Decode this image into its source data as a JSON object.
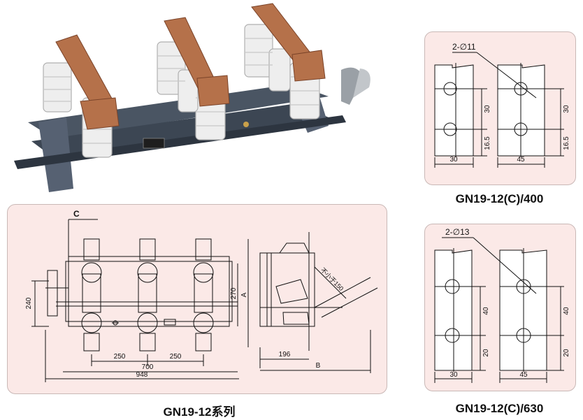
{
  "photo": {
    "nameplate_icon": "nameplate-icon"
  },
  "main_drawing": {
    "caption": "GN19-12系列",
    "label_c": "C",
    "dim_240": "240",
    "dim_270": "270",
    "dim_a": "A",
    "dim_250_left": "250",
    "dim_250_right": "250",
    "dim_700": "700",
    "dim_948": "948",
    "dim_196": "196",
    "dim_b": "B",
    "note_clearance": "不小于150"
  },
  "detail_400": {
    "caption": "GN19-12(C)/400",
    "hole_label": "2-∅11",
    "dim_30_vertical": "30",
    "dim_30_vertical_right": "30",
    "dim_16_5_left": "16.5",
    "dim_16_5_right": "16.5",
    "dim_width_left": "30",
    "dim_width_right": "45"
  },
  "detail_630": {
    "caption": "GN19-12(C)/630",
    "hole_label": "2-∅13",
    "dim_40_left": "40",
    "dim_40_right": "40",
    "dim_20_left": "20",
    "dim_20_right": "20",
    "dim_width_left": "30",
    "dim_width_right": "45"
  }
}
